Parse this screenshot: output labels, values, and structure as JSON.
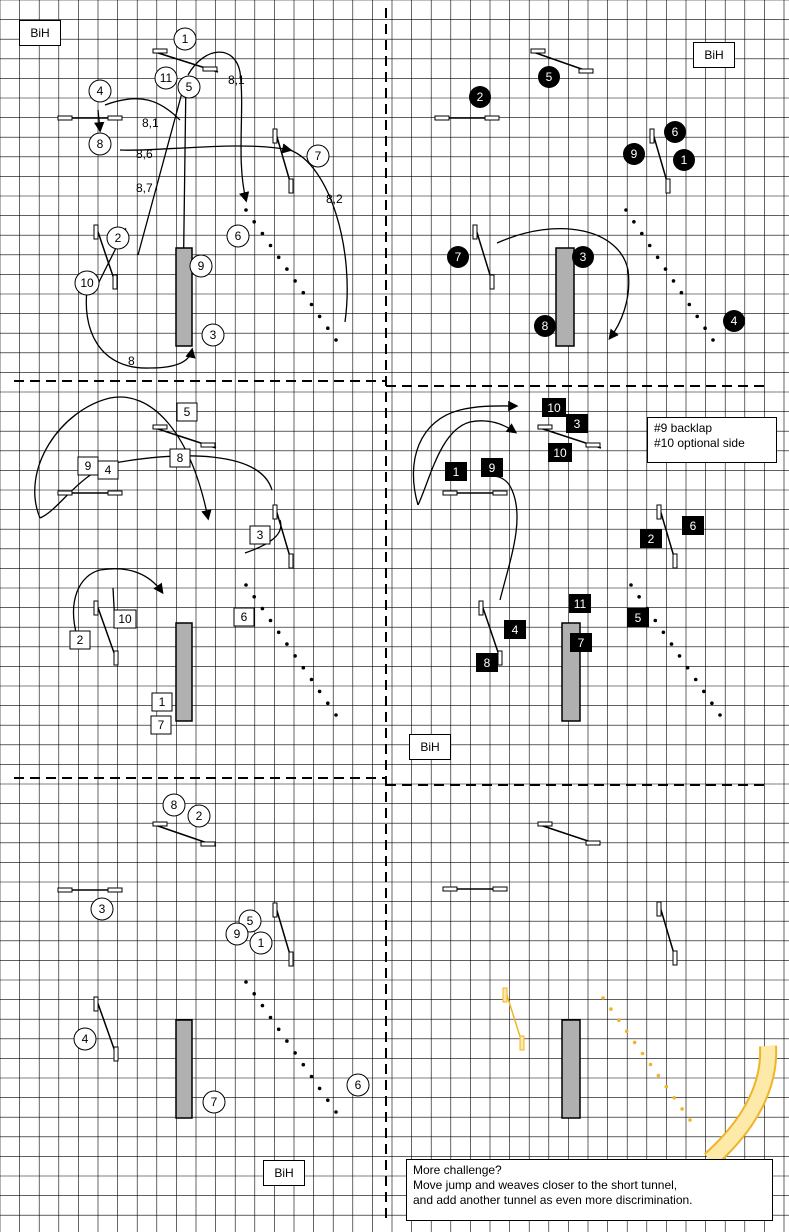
{
  "labels": {
    "bih": "BiH",
    "n1": "1",
    "n2": "2",
    "n3": "3",
    "n4": "4",
    "n5": "5",
    "n6": "6",
    "n7": "7",
    "n8": "8",
    "n9": "9",
    "n10": "10",
    "n11": "11",
    "l81": "8,1",
    "l86": "8,6",
    "l87": "8,7",
    "l82": "8,2",
    "l8": "8"
  },
  "notes": {
    "backlap": "#9 backlap",
    "optional_side": "#10 optional side",
    "challenge_line1": "More challenge?",
    "challenge_line2": "Move jump and weaves closer to the short tunnel,",
    "challenge_line3": "and add another tunnel as even more discrimination."
  },
  "colors": {
    "grid": "#000000",
    "tunnel_fill": "#b0b0b0",
    "highlight": "#f0b429",
    "highlight_fill": "#fde9a8",
    "marker_dark": "#000000"
  }
}
